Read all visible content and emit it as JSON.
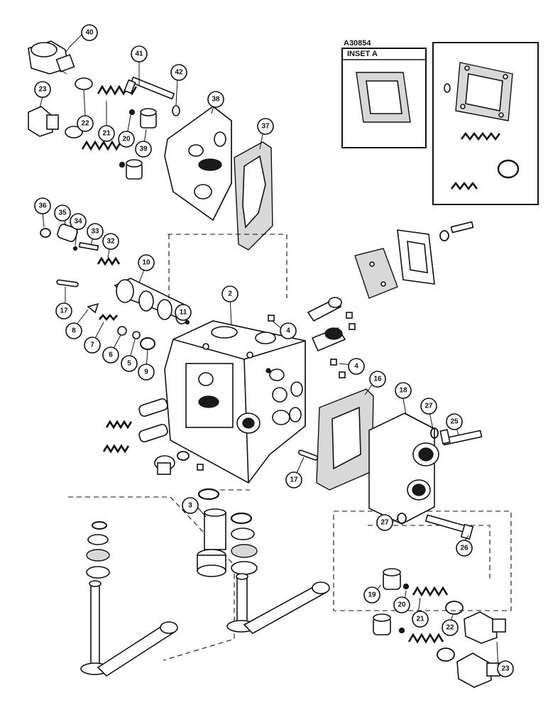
{
  "figure": {
    "code": "A30854",
    "inset_label": "INSET A"
  },
  "callouts": [
    {
      "label": "40"
    },
    {
      "label": "41"
    },
    {
      "label": "42"
    },
    {
      "label": "23"
    },
    {
      "label": "22"
    },
    {
      "label": "21"
    },
    {
      "label": "20"
    },
    {
      "label": "39"
    },
    {
      "label": "38"
    },
    {
      "label": "37"
    },
    {
      "label": "36"
    },
    {
      "label": "35"
    },
    {
      "label": "34"
    },
    {
      "label": "33"
    },
    {
      "label": "32"
    },
    {
      "label": "10"
    },
    {
      "label": "17"
    },
    {
      "label": "8"
    },
    {
      "label": "7"
    },
    {
      "label": "6"
    },
    {
      "label": "5"
    },
    {
      "label": "9"
    },
    {
      "label": "11"
    },
    {
      "label": "2"
    },
    {
      "label": "4"
    },
    {
      "label": "4"
    },
    {
      "label": "16"
    },
    {
      "label": "18"
    },
    {
      "label": "27"
    },
    {
      "label": "25"
    },
    {
      "label": "17"
    },
    {
      "label": "3"
    },
    {
      "label": "27"
    },
    {
      "label": "26"
    },
    {
      "label": "19"
    },
    {
      "label": "20"
    },
    {
      "label": "21"
    },
    {
      "label": "22"
    },
    {
      "label": "23"
    }
  ]
}
